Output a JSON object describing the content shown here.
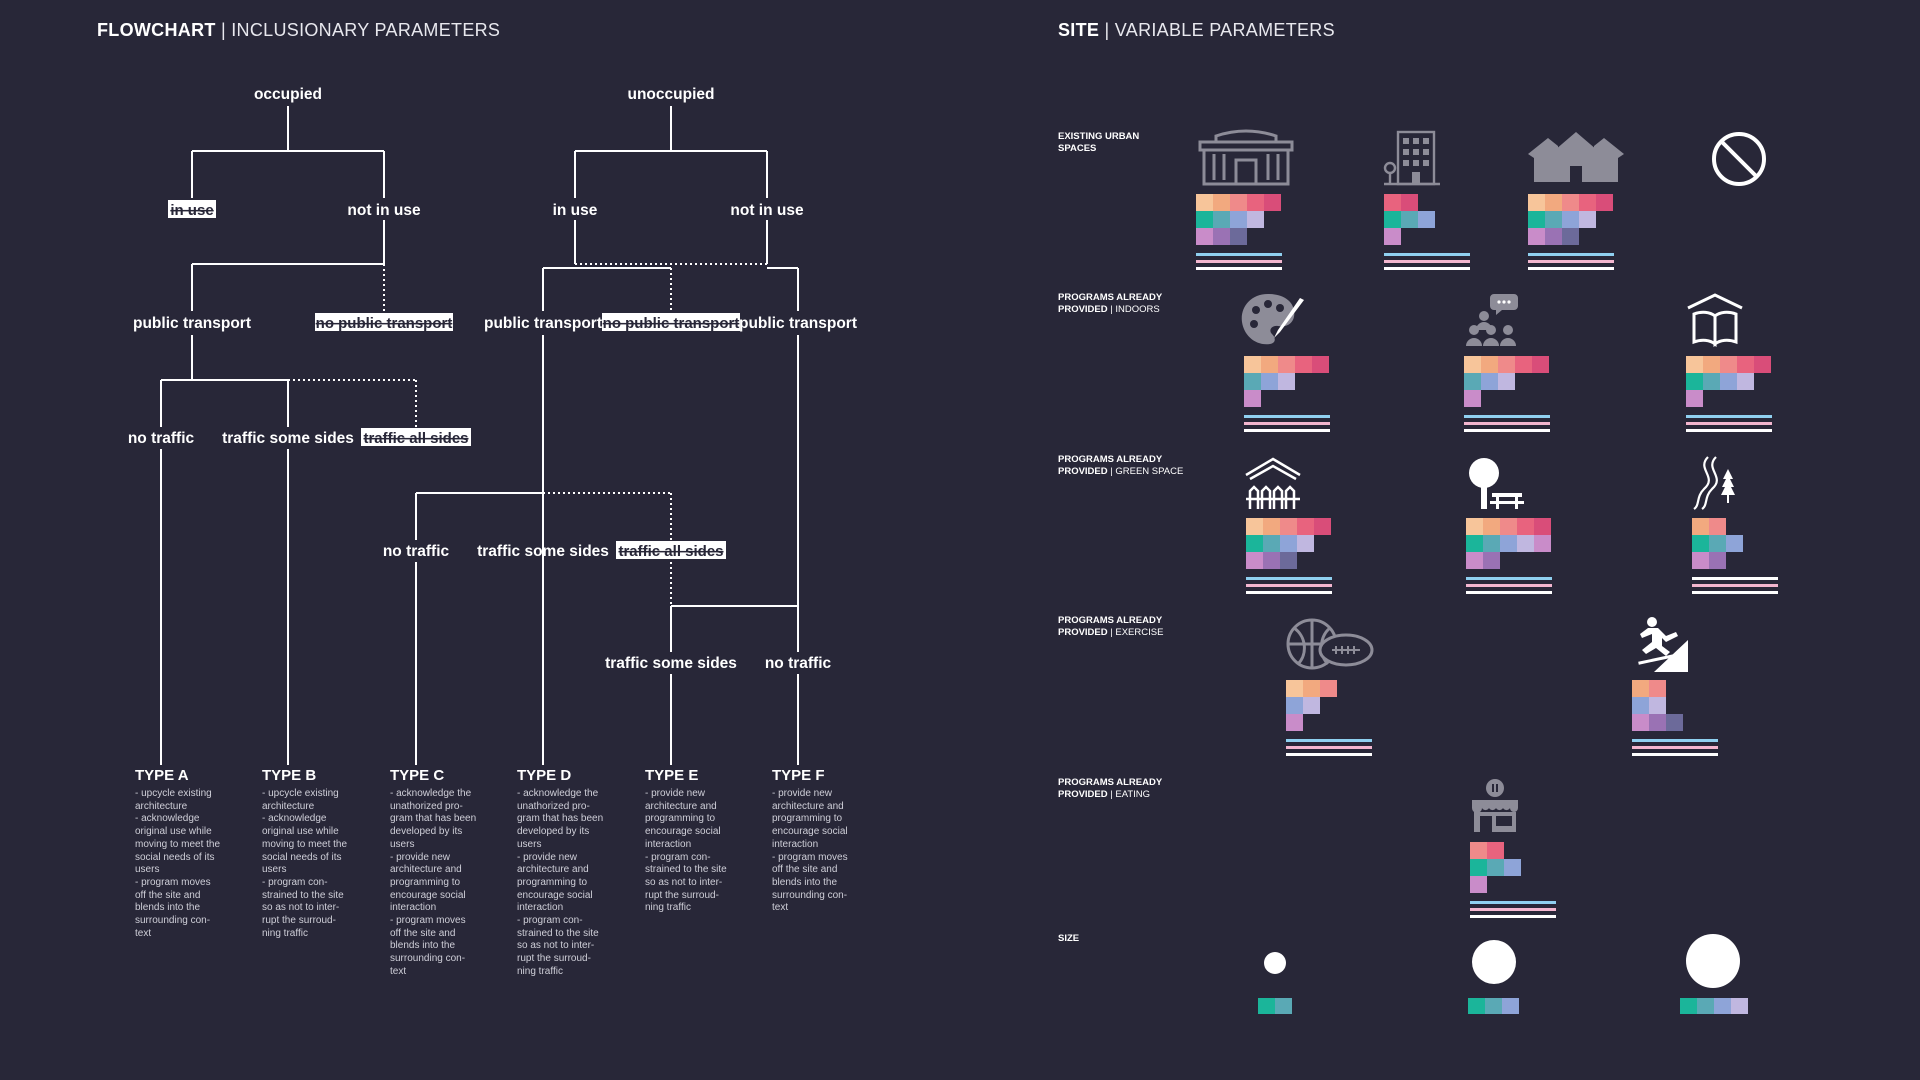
{
  "left_header": {
    "bold": "FLOWCHART",
    "rest": "| INCLUSIONARY PARAMETERS"
  },
  "right_header": {
    "bold": "SITE",
    "rest": "| VARIABLE PARAMETERS"
  },
  "flowchart": {
    "occupied": "occupied",
    "unoccupied": "unoccupied",
    "in_use_struck": "in use",
    "not_in_use_1": "not in use",
    "in_use": "in use",
    "not_in_use_2": "not in use",
    "public_transport_1": "public transport",
    "no_public_transport_1": "no public transport",
    "public_transport_2": "public transport",
    "no_public_transport_2": "no public transport",
    "public_transport_3": "public transport",
    "no_traffic_1": "no traffic",
    "traffic_some_sides_1": "traffic some sides",
    "traffic_all_sides_1": "traffic all sides",
    "no_traffic_2": "no traffic",
    "traffic_some_sides_2": "traffic some sides",
    "traffic_all_sides_2": "traffic all sides",
    "traffic_some_sides_3": "traffic some sides",
    "no_traffic_3": "no traffic"
  },
  "types": [
    {
      "name": "TYPE A",
      "desc": "- upcycle existing\narchitecture\n- acknowledge\noriginal use while\nmoving to meet the\nsocial needs of its\nusers\n- program moves\noff the site and\nblends into the\nsurrounding con-\ntext"
    },
    {
      "name": "TYPE B",
      "desc": "- upcycle existing\narchitecture\n- acknowledge\noriginal use while\nmoving to meet the\nsocial needs of its\nusers\n- program con-\nstrained to the site\nso as not to inter-\nrupt the surroud-\nning traffic"
    },
    {
      "name": "TYPE C",
      "desc": "- acknowledge the\nunathorized pro-\ngram that has been\ndeveloped by its\nusers\n- provide new\narchitecture and\nprogramming to\nencourage social\ninteraction\n- program moves\noff the site and\nblends into the\nsurrounding con-\ntext"
    },
    {
      "name": "TYPE D",
      "desc": "- acknowledge the\nunathorized pro-\ngram that has been\ndeveloped by its\nusers\n- provide new\narchitecture and\nprogramming to\nencourage social\ninteraction\n- program con-\nstrained to the site\nso as not to inter-\nrupt the surroud-\nning traffic"
    },
    {
      "name": "TYPE E",
      "desc": "- provide new\narchitecture and\nprogramming to\nencourage social\ninteraction\n- program con-\nstrained to the site\nso as not to inter-\nrupt the surroud-\nning traffic"
    },
    {
      "name": "TYPE F",
      "desc": "- provide new\narchitecture and\nprogramming to\nencourage social\ninteraction\n- program moves\noff the site and\nblends into the\nsurrounding con-\ntext"
    }
  ],
  "site": {
    "existing_urban": {
      "line1": "EXISTING URBAN",
      "line2": "SPACES"
    },
    "indoors": {
      "line1": "PROGRAMS ALREADY",
      "line2b": "PROVIDED",
      "line2s": "| INDOORS"
    },
    "green": {
      "line1": "PROGRAMS ALREADY",
      "line2b": "PROVIDED",
      "line2s": "| GREEN SPACE"
    },
    "exercise": {
      "line1": "PROGRAMS ALREADY",
      "line2b": "PROVIDED",
      "line2s": "| EXERCISE"
    },
    "eating": {
      "line1": "PROGRAMS ALREADY",
      "line2b": "PROVIDED",
      "line2s": "| EATING"
    },
    "size": {
      "line1": "SIZE"
    }
  },
  "colors": {
    "background": "#282738",
    "peach": "#f7c59a",
    "orange": "#f2a97f",
    "salmon": "#ef8a8a",
    "rose": "#e8637e",
    "magenta": "#d94d79",
    "teal": "#1bb59a",
    "tealgray": "#5aa9b5",
    "periwinkle": "#8ea4d8",
    "lavender": "#c0b7e0",
    "orchid": "#c98cc9",
    "purple": "#9a72b4",
    "slate": "#6c6a9a",
    "line_blue": "#8fd0f0",
    "line_pink": "#f3b6cf",
    "line_white": "#ffffff",
    "icon_gray": "#8d8c98"
  }
}
